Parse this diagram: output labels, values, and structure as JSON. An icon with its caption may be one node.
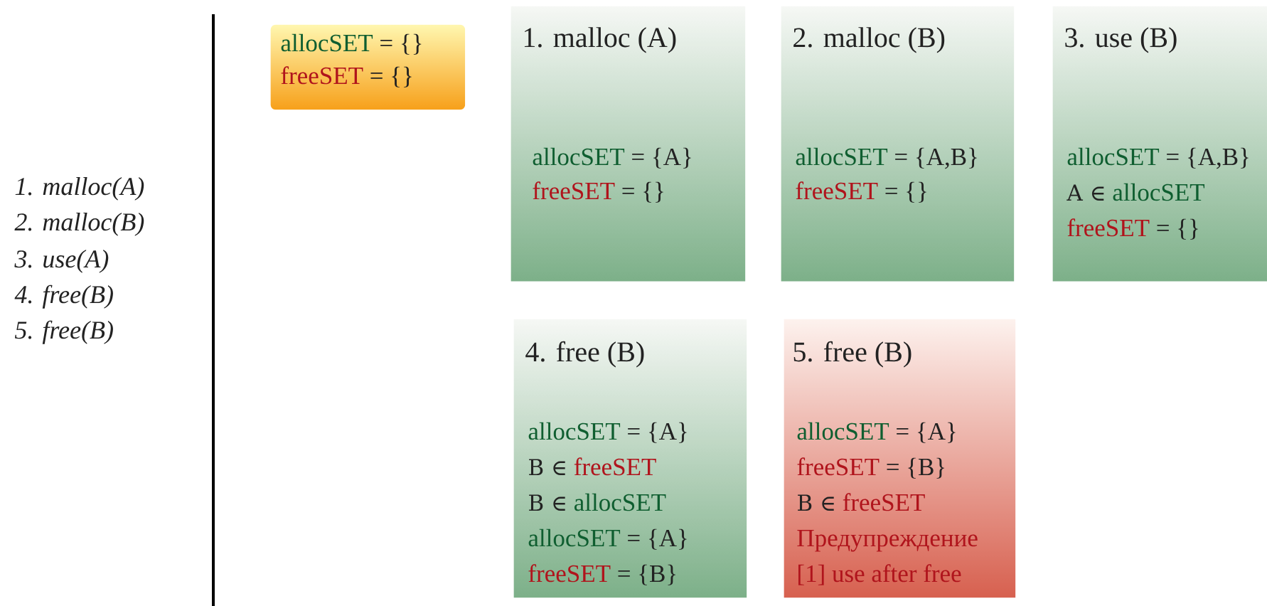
{
  "diagram": {
    "nodes": [
      {
        "text": [
          "allocSET",
          "= {}",
          "freeSET",
          "= {}"
        ]
      },
      {
        "text": [
          "1. malloc (A)",
          "allocSET",
          "= {A}",
          "freeSET",
          "= {}"
        ]
      },
      {
        "text": [
          "2. malloc (B)",
          "allocSET",
          "= {A,B}",
          "freeSET",
          "= {}"
        ]
      },
      {
        "text": [
          "3. use (B)",
          "allocSET",
          "= {A,B}",
          "A ∈",
          "allocSET",
          "freeSET",
          "= {}"
        ]
      },
      {
        "text": [
          "4. free (B)",
          "allocSET",
          "= {A}",
          "B ∈",
          "freeSET",
          "B ∈",
          "allocSET",
          "allocSET",
          "= {A}",
          "freeSET",
          "= {B}"
        ]
      },
      {
        "text": [
          "5. free (B)",
          "allocSET",
          "= {A}",
          "freeSET",
          "= {B}",
          "B ∈",
          "freeSET",
          "Предупреждение",
          "[1] use after free"
        ]
      }
    ],
    "labels": [
      "1. malloc(A)",
      "2. malloc(B)",
      "3. use(A)",
      "4. free(B)",
      "5. free(B)"
    ]
  }
}
